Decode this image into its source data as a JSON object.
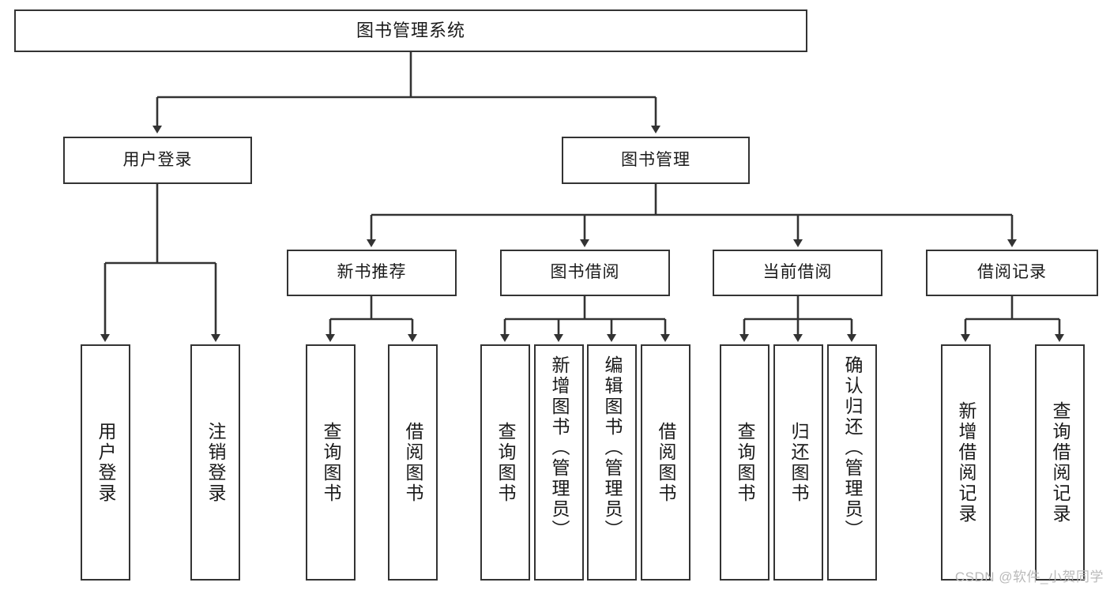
{
  "diagram": {
    "title": "图书管理系统",
    "type": "tree",
    "root": {
      "label": "图书管理系统"
    },
    "level2": [
      {
        "label": "用户登录"
      },
      {
        "label": "图书管理"
      }
    ],
    "level3": [
      {
        "label": "新书推荐"
      },
      {
        "label": "图书借阅"
      },
      {
        "label": "当前借阅"
      },
      {
        "label": "借阅记录"
      }
    ],
    "leaves": {
      "user_login": [
        {
          "label": "用户登录"
        },
        {
          "label": "注销登录"
        }
      ],
      "new_book_recommend": [
        {
          "label": "查询图书"
        },
        {
          "label": "借阅图书"
        }
      ],
      "book_borrow": [
        {
          "label": "查询图书"
        },
        {
          "label": "新增图书（管理员）"
        },
        {
          "label": "编辑图书（管理员）"
        },
        {
          "label": "借阅图书"
        }
      ],
      "current_borrow": [
        {
          "label": "查询图书"
        },
        {
          "label": "归还图书"
        },
        {
          "label": "确认归还（管理员）"
        }
      ],
      "borrow_record": [
        {
          "label": "新增借阅记录"
        },
        {
          "label": "查询借阅记录"
        }
      ]
    }
  },
  "watermark": {
    "text": "CSDN @软件_小贺同学"
  },
  "colors": {
    "stroke": "#333333",
    "background": "#ffffff",
    "text": "#1a1a1a",
    "watermark": "#b9b9b9"
  }
}
